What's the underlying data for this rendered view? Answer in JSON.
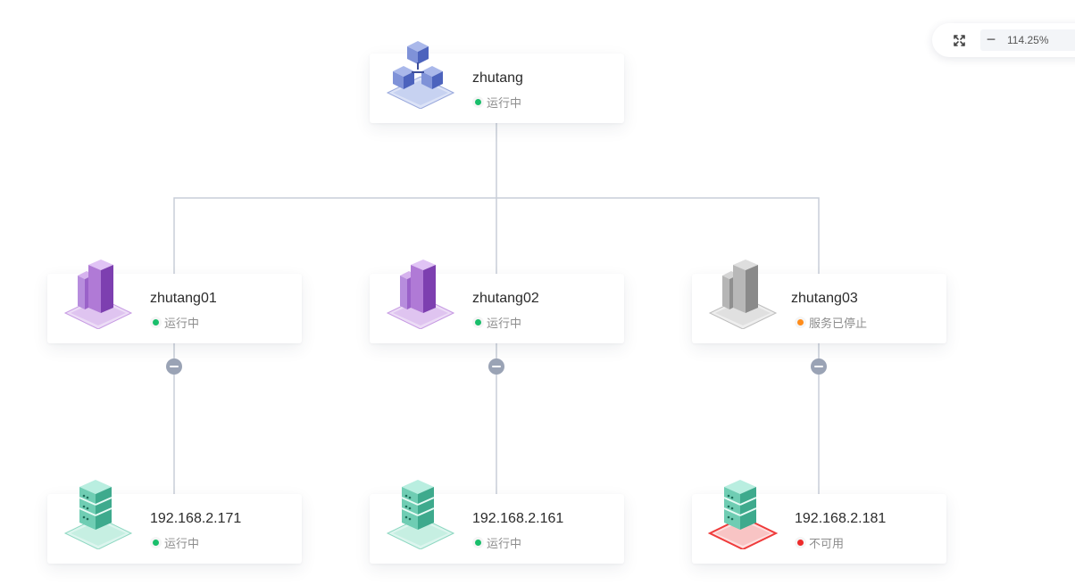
{
  "toolbar": {
    "zoom_level": "114.25%",
    "minus_label": "−",
    "plus_label": "+"
  },
  "root": {
    "title": "zhutang",
    "status": "运行中",
    "status_color": "#19be6b",
    "icon": "cluster-cubes-icon"
  },
  "instances": [
    {
      "title": "zhutang01",
      "status": "运行中",
      "status_color": "#19be6b",
      "icon": "purple-buildings-icon"
    },
    {
      "title": "zhutang02",
      "status": "运行中",
      "status_color": "#19be6b",
      "icon": "purple-buildings-icon"
    },
    {
      "title": "zhutang03",
      "status": "服务已停止",
      "status_color": "#ff8c1a",
      "icon": "gray-buildings-icon"
    }
  ],
  "servers": [
    {
      "title": "192.168.2.171",
      "status": "运行中",
      "status_color": "#19be6b",
      "icon": "green-server-icon"
    },
    {
      "title": "192.168.2.161",
      "status": "运行中",
      "status_color": "#19be6b",
      "icon": "green-server-icon"
    },
    {
      "title": "192.168.2.181",
      "status": "不可用",
      "status_color": "#ed2b2b",
      "icon": "red-server-icon"
    }
  ],
  "colors": {
    "connector": "#c8ced8",
    "collapse_button": "#9aa3b5"
  }
}
